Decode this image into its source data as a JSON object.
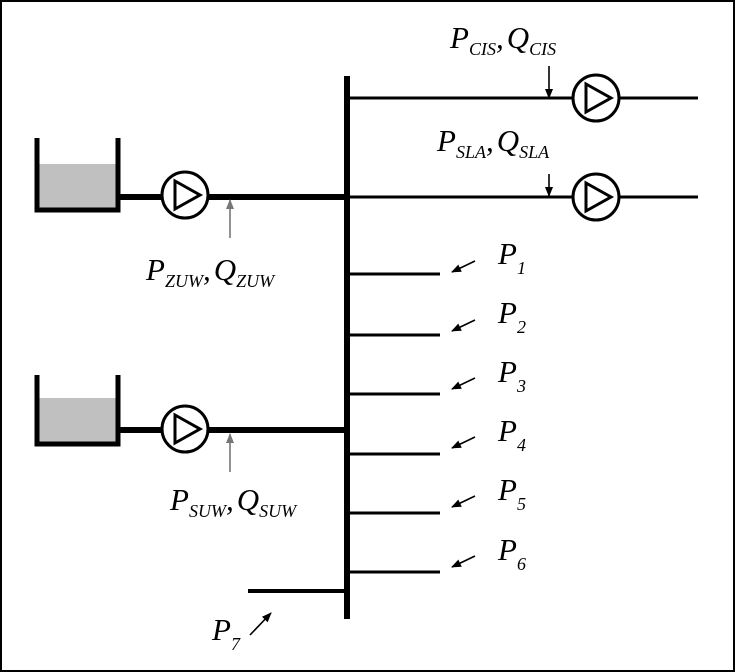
{
  "labels": {
    "cis": {
      "p": "P",
      "p_sub": "CIS",
      "comma": ",",
      "q": "Q",
      "q_sub": "CIS"
    },
    "sla": {
      "p": "P",
      "p_sub": "SLA",
      "comma": ",",
      "q": "Q",
      "q_sub": "SLA"
    },
    "zuw": {
      "p": "P",
      "p_sub": "ZUW",
      "comma": ",",
      "q": "Q",
      "q_sub": "ZUW"
    },
    "suw": {
      "p": "P",
      "p_sub": "SUW",
      "comma": ",",
      "q": "Q",
      "q_sub": "SUW"
    },
    "outlets": [
      {
        "p": "P",
        "sub": "1"
      },
      {
        "p": "P",
        "sub": "2"
      },
      {
        "p": "P",
        "sub": "3"
      },
      {
        "p": "P",
        "sub": "4"
      },
      {
        "p": "P",
        "sub": "5"
      },
      {
        "p": "P",
        "sub": "6"
      }
    ],
    "p7": {
      "p": "P",
      "sub": "7"
    }
  },
  "colors": {
    "line": "#000000",
    "tank_water": "#c0c0c0",
    "sensor_arrow_gray": "#777777",
    "border": "#000000"
  }
}
